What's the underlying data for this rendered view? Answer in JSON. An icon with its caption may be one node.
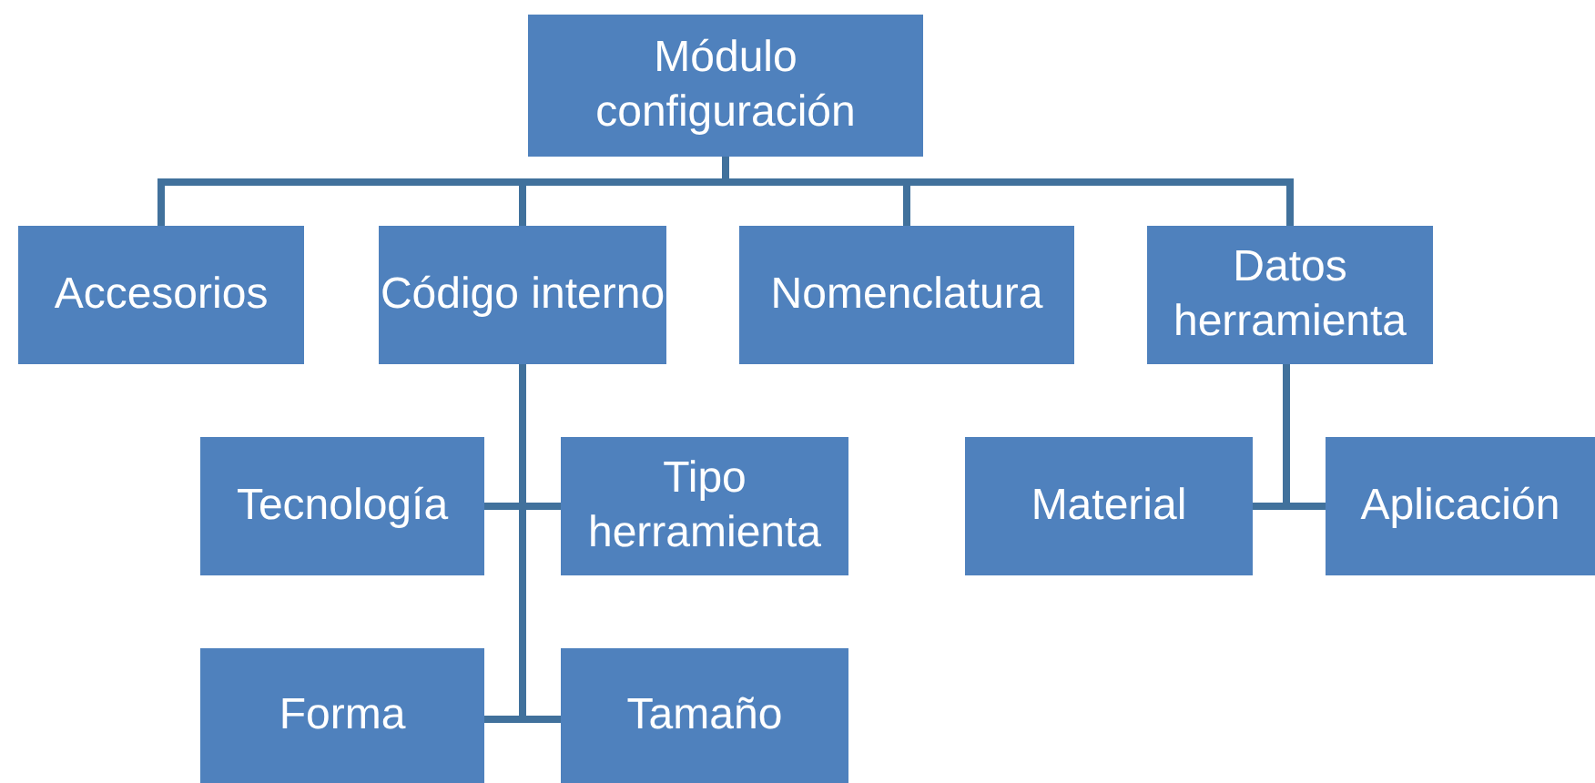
{
  "diagram": {
    "nodes": [
      {
        "text": [
          "Módulo configuración"
        ]
      },
      {
        "text": [
          "Accesorios"
        ]
      },
      {
        "text": [
          "Código interno"
        ]
      },
      {
        "text": [
          "Nomenclatura"
        ]
      },
      {
        "text": [
          "Datos herramienta"
        ]
      },
      {
        "text": [
          "Tecnología"
        ]
      },
      {
        "text": [
          "Tipo herramienta"
        ]
      },
      {
        "text": [
          "Forma"
        ]
      },
      {
        "text": [
          "Tamaño"
        ]
      },
      {
        "text": [
          "Material"
        ]
      },
      {
        "text": [
          "Aplicación"
        ]
      }
    ],
    "edges": [
      {
        "from": 0,
        "to": 1,
        "arrow": "none"
      },
      {
        "from": 0,
        "to": 2,
        "arrow": "none"
      },
      {
        "from": 0,
        "to": 3,
        "arrow": "none"
      },
      {
        "from": 0,
        "to": 4,
        "arrow": "none"
      },
      {
        "from": 2,
        "to": 5,
        "arrow": "none"
      },
      {
        "from": 2,
        "to": 6,
        "arrow": "none"
      },
      {
        "from": 2,
        "to": 7,
        "arrow": "none"
      },
      {
        "from": 2,
        "to": 8,
        "arrow": "none"
      },
      {
        "from": 4,
        "to": 9,
        "arrow": "none"
      },
      {
        "from": 4,
        "to": 10,
        "arrow": "none"
      }
    ]
  }
}
